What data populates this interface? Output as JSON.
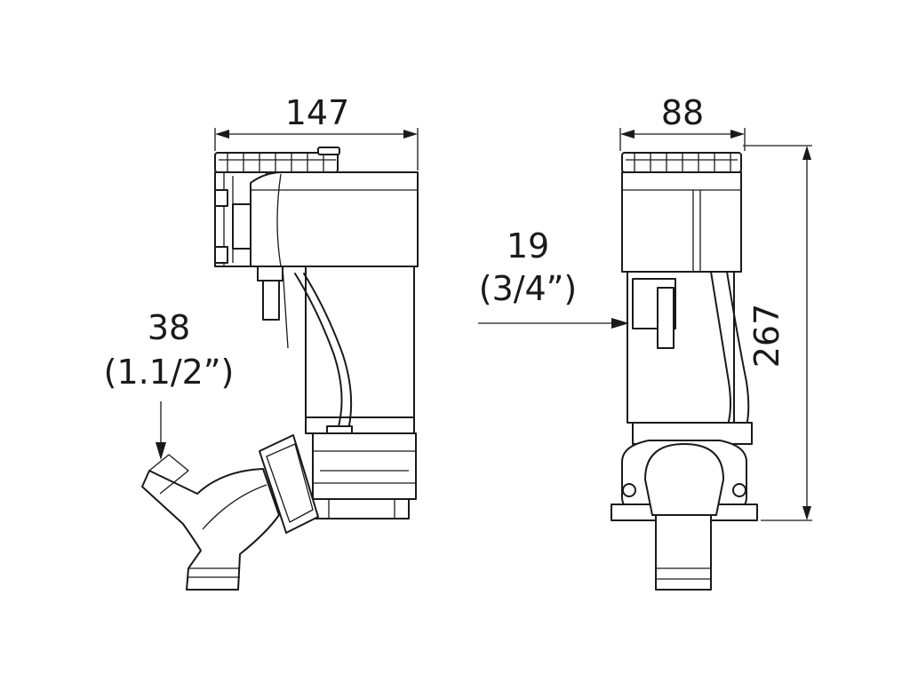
{
  "dimensions": {
    "side_width": "147",
    "front_width": "88",
    "height": "267",
    "outlet_mm": "38",
    "outlet_in": "(1.1/2”)",
    "inlet_mm": "19",
    "inlet_in": "(3/4”)"
  },
  "colors": {
    "line": "#1a1a1a",
    "background": "#ffffff"
  }
}
